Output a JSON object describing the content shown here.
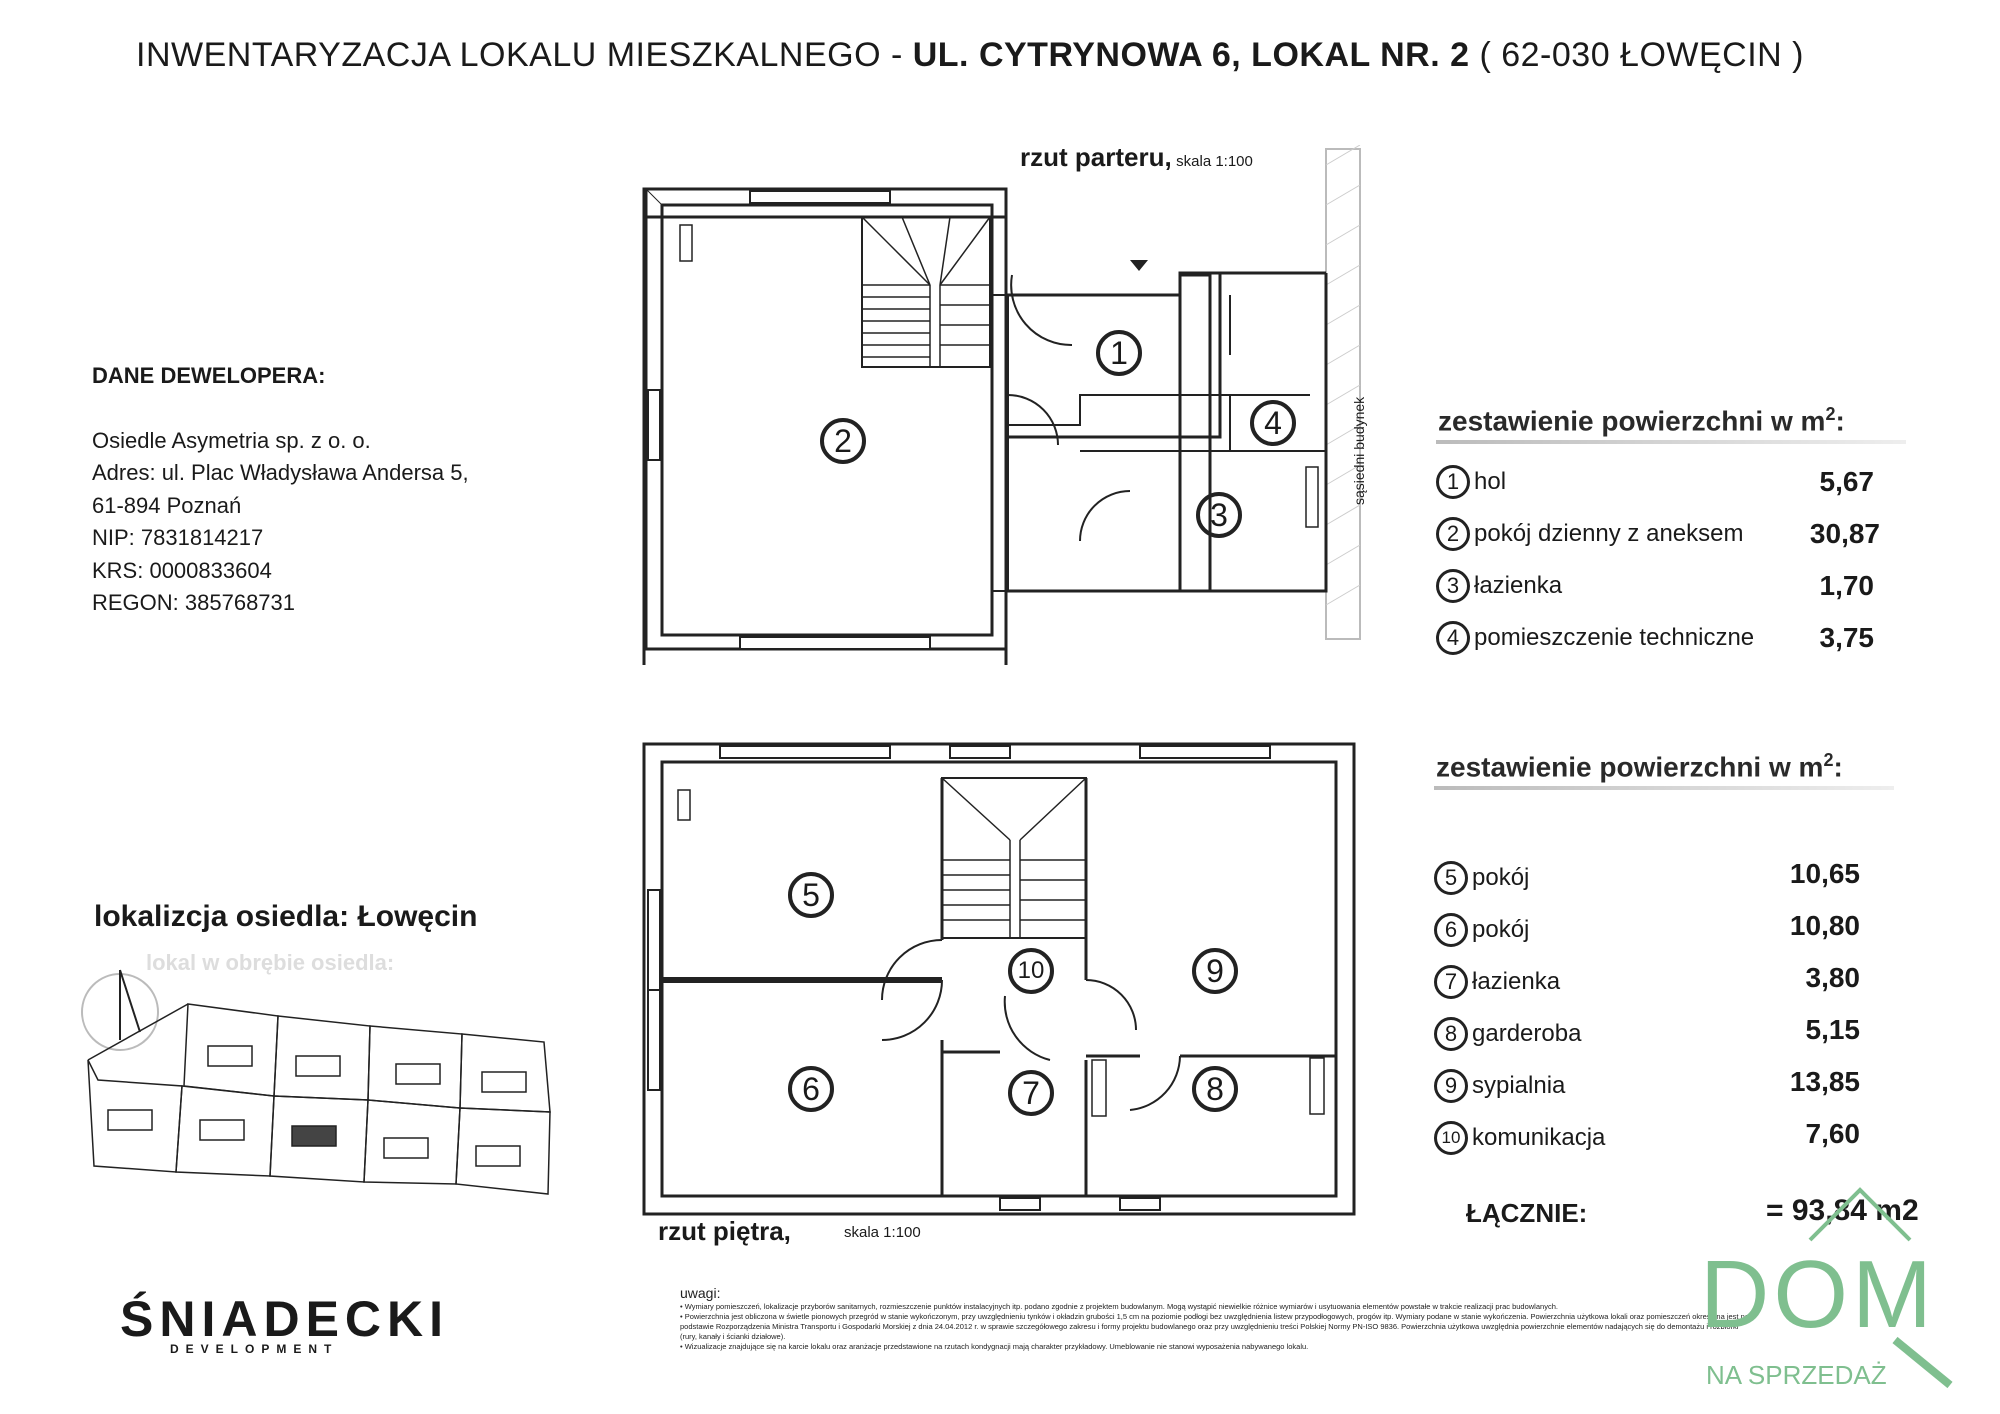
{
  "title": {
    "prefix": "INWENTARYZACJA LOKALU MIESZKALNEGO - ",
    "bold": "UL. CYTRYNOWA 6, LOKAL NR. 2",
    "suffix": " ( 62-030 ŁOWĘCIN )"
  },
  "developer": {
    "heading": "DANE DEWELOPERA:",
    "lines": [
      "Osiedle Asymetria sp. z o. o.",
      "Adres: ul. Plac Władysława Andersa 5,",
      "61-894 Poznań",
      "NIP: 7831814217",
      "KRS: 0000833604",
      "REGON: 385768731"
    ]
  },
  "ground": {
    "label": "rzut parteru,",
    "scale": "skala 1:100",
    "neighbour": "sąsiedni budynek",
    "table_title": "zestawienie powierzchni w m",
    "table_sup": "2",
    "table_colon": ":",
    "rooms": [
      {
        "no": "1",
        "name": "hol",
        "area": "5,67"
      },
      {
        "no": "2",
        "name": "pokój dzienny z aneksem",
        "area": "30,87"
      },
      {
        "no": "3",
        "name": "łazienka",
        "area": "1,70"
      },
      {
        "no": "4",
        "name": "pomieszczenie techniczne",
        "area": "3,75"
      }
    ]
  },
  "upper": {
    "label": "rzut piętra,",
    "scale": "skala 1:100",
    "table_title": "zestawienie powierzchni w m",
    "table_sup": "2",
    "table_colon": ":",
    "rooms": [
      {
        "no": "5",
        "name": "pokój",
        "area": "10,65"
      },
      {
        "no": "6",
        "name": "pokój",
        "area": "10,80"
      },
      {
        "no": "7",
        "name": "łazienka",
        "area": "3,80"
      },
      {
        "no": "8",
        "name": "garderoba",
        "area": "5,15"
      },
      {
        "no": "9",
        "name": "sypialnia",
        "area": "13,85"
      },
      {
        "no": "10",
        "name": "komunikacja",
        "area": "7,60"
      }
    ],
    "total_label": "ŁĄCZNIE:",
    "total_value": "= 93,84 m2"
  },
  "location": {
    "title": "lokalizcja osiedla: Łowęcin",
    "subtitle": "lokal w obrębie osiedla:"
  },
  "notes": {
    "heading": "uwagi:",
    "items": [
      "• Wymiary pomieszczeń, lokalizacje przyborów sanitarnych, rozmieszczenie punktów instalacyjnych itp. podano zgodnie z projektem budowlanym. Mogą wystąpić niewielkie różnice wymiarów i usytuowania elementów powstałe w trakcie realizacji prac budowlanych.",
      "• Powierzchnia jest obliczona w świetle pionowych przegród w stanie wykończonym, przy uwzględnieniu tynków i okładzin grubości 1,5 cm na poziomie podłogi bez uwzględnienia listew przypodłogowych, progów itp. Wymiary podane w stanie wykończenia. Powierzchnia użytkowa lokali oraz pomieszczeń określona jest na podstawie Rozporządzenia Ministra Transportu i Gospodarki Morskiej z dnia 24.04.2012 r. w sprawie szczegółowego zakresu i formy projektu budowlanego oraz przy uwzględnieniu treści Polskiej Normy PN-ISO 9836. Powierzchnia użytkowa uwzględnia powierzchnie elementów nadających się do demontażu i rozbiórki (rury, kanały i ścianki działowe).",
      "• Wizualizacje znajdujące się na karcie lokalu oraz aranżacje przedstawione na rzutach kondygnacji mają charakter przykładowy. Umeblowanie nie stanowi wyposażenia nabywanego lokalu."
    ]
  },
  "logos": {
    "developer_name": "ŚNIADECKI",
    "developer_sub": "DEVELOPMENT",
    "dom": "DOM",
    "dom_sub": "NA SPRZEDAŻ"
  },
  "colors": {
    "wall": "#222222",
    "accent": "#7fbf8f"
  }
}
